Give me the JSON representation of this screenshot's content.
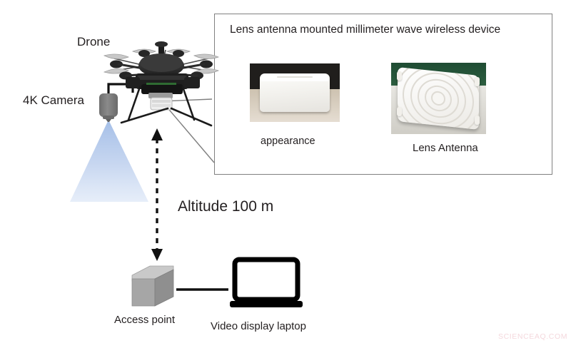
{
  "figure": {
    "labels": {
      "drone": "Drone",
      "camera": "4K Camera",
      "altitude": "Altitude 100 m",
      "access_point": "Access point",
      "laptop": "Video display laptop"
    },
    "inset": {
      "title": "Lens antenna mounted millimeter wave wireless device",
      "caption_left": "appearance",
      "caption_right": "Lens Antenna"
    },
    "watermark": "SCIENCEAQ.COM",
    "colors": {
      "text": "#231f20",
      "inset_border": "#808080",
      "callout_line": "#7f7f7f",
      "camera_body": "#7f7f7f",
      "light_cone": "#c3d4ef",
      "cube_front": "#a6a6a6",
      "cube_top": "#c9c9c9",
      "cube_side": "#8f8f8f",
      "laptop": "#000000",
      "watermark": "#f4d8dd"
    }
  }
}
